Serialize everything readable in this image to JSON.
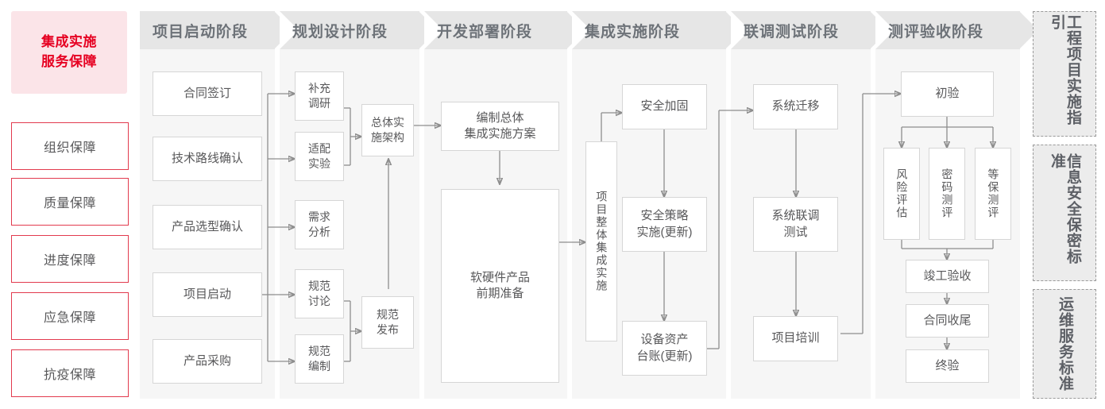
{
  "sidebar": {
    "title": "集成实施\n服务保障",
    "title_line1": "集成实施",
    "title_line2": "服务保障",
    "items": [
      {
        "label": "组织保障"
      },
      {
        "label": "质量保障"
      },
      {
        "label": "进度保障"
      },
      {
        "label": "应急保障"
      },
      {
        "label": "抗疫保障"
      }
    ],
    "accent_color": "#e23a4e",
    "title_color": "#e60021",
    "title_bg": "#fbe4e8"
  },
  "phases": [
    {
      "header": "项目启动阶段",
      "nodes": [
        {
          "label": "合同签订"
        },
        {
          "label": "技术路线确认"
        },
        {
          "label": "产品选型确认"
        },
        {
          "label": "项目启动"
        },
        {
          "label": "产品采购"
        }
      ]
    },
    {
      "header": "规划设计阶段",
      "nodes": [
        {
          "label": "补充\n调研",
          "l1": "补充",
          "l2": "调研"
        },
        {
          "label": "适配\n实验",
          "l1": "适配",
          "l2": "实验"
        },
        {
          "label": "需求\n分析",
          "l1": "需求",
          "l2": "分析"
        },
        {
          "label": "规范\n讨论",
          "l1": "规范",
          "l2": "讨论"
        },
        {
          "label": "规范\n编制",
          "l1": "规范",
          "l2": "编制"
        },
        {
          "label": "总体实\n施架构",
          "l1": "总体实",
          "l2": "施架构"
        },
        {
          "label": "规范\n发布",
          "l1": "规范",
          "l2": "发布"
        }
      ]
    },
    {
      "header": "开发部署阶段",
      "nodes": [
        {
          "label": "编制总体\n集成实施方案",
          "l1": "编制总体",
          "l2": "集成实施方案"
        },
        {
          "label": "软硬件产品\n前期准备",
          "l1": "软硬件产品",
          "l2": "前期准备"
        }
      ]
    },
    {
      "header": "集成实施阶段",
      "nodes": [
        {
          "label": "项目整体集成实施"
        },
        {
          "label": "安全加固"
        },
        {
          "label": "安全策略\n实施(更新)",
          "l1": "安全策略",
          "l2": "实施(更新)"
        },
        {
          "label": "设备资产\n台账(更新)",
          "l1": "设备资产",
          "l2": "台账(更新)"
        }
      ]
    },
    {
      "header": "联调测试阶段",
      "nodes": [
        {
          "label": "系统迁移"
        },
        {
          "label": "系统联调\n测试",
          "l1": "系统联调",
          "l2": "测试"
        },
        {
          "label": "项目培训"
        }
      ]
    },
    {
      "header": "测评验收阶段",
      "nodes": [
        {
          "label": "初验"
        },
        {
          "label": "风险评估"
        },
        {
          "label": "密码测评"
        },
        {
          "label": "等保测评"
        },
        {
          "label": "竣工验收"
        },
        {
          "label": "合同收尾"
        },
        {
          "label": "终验"
        }
      ]
    }
  ],
  "guidelines": [
    {
      "label": "工程项目实施指引",
      "col_right": "程目施引",
      "col_left": "工项实指"
    },
    {
      "label": "信息安全保密标准",
      "col_right": "息全密准",
      "col_left": "信安保标"
    },
    {
      "label": "运维服务标准",
      "col_right": "维务准",
      "col_left": "运服标"
    }
  ],
  "colors": {
    "panel_bg": "#f6f6f6",
    "header_bg": "#e6e6e6",
    "header_text": "#6d7278",
    "node_border": "#d6d6d6",
    "node_text": "#58585a",
    "wire": "#8d8d8d",
    "guide_bg": "#ececec",
    "guide_border": "#9a9a9a"
  }
}
